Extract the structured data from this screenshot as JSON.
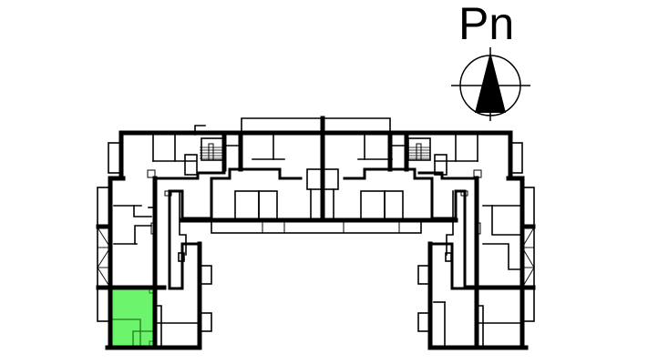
{
  "diagram": {
    "type": "floor-plan",
    "orientation_label": "Pn",
    "compass": {
      "symbol": "north-arrow",
      "direction": "up"
    },
    "highlight": {
      "unit": "selected-apartment",
      "location": "bottom-left of west wing",
      "color": "#6cf46c",
      "border_color": "#1f7a1f"
    },
    "colors": {
      "background": "#ffffff",
      "walls": "#000000"
    },
    "wings": [
      "west-wing",
      "central-block",
      "east-wing"
    ],
    "staircases": [
      "west-staircase",
      "east-staircase"
    ],
    "balconies": [
      "west-balconies",
      "east-balconies",
      "north-terraces"
    ]
  }
}
